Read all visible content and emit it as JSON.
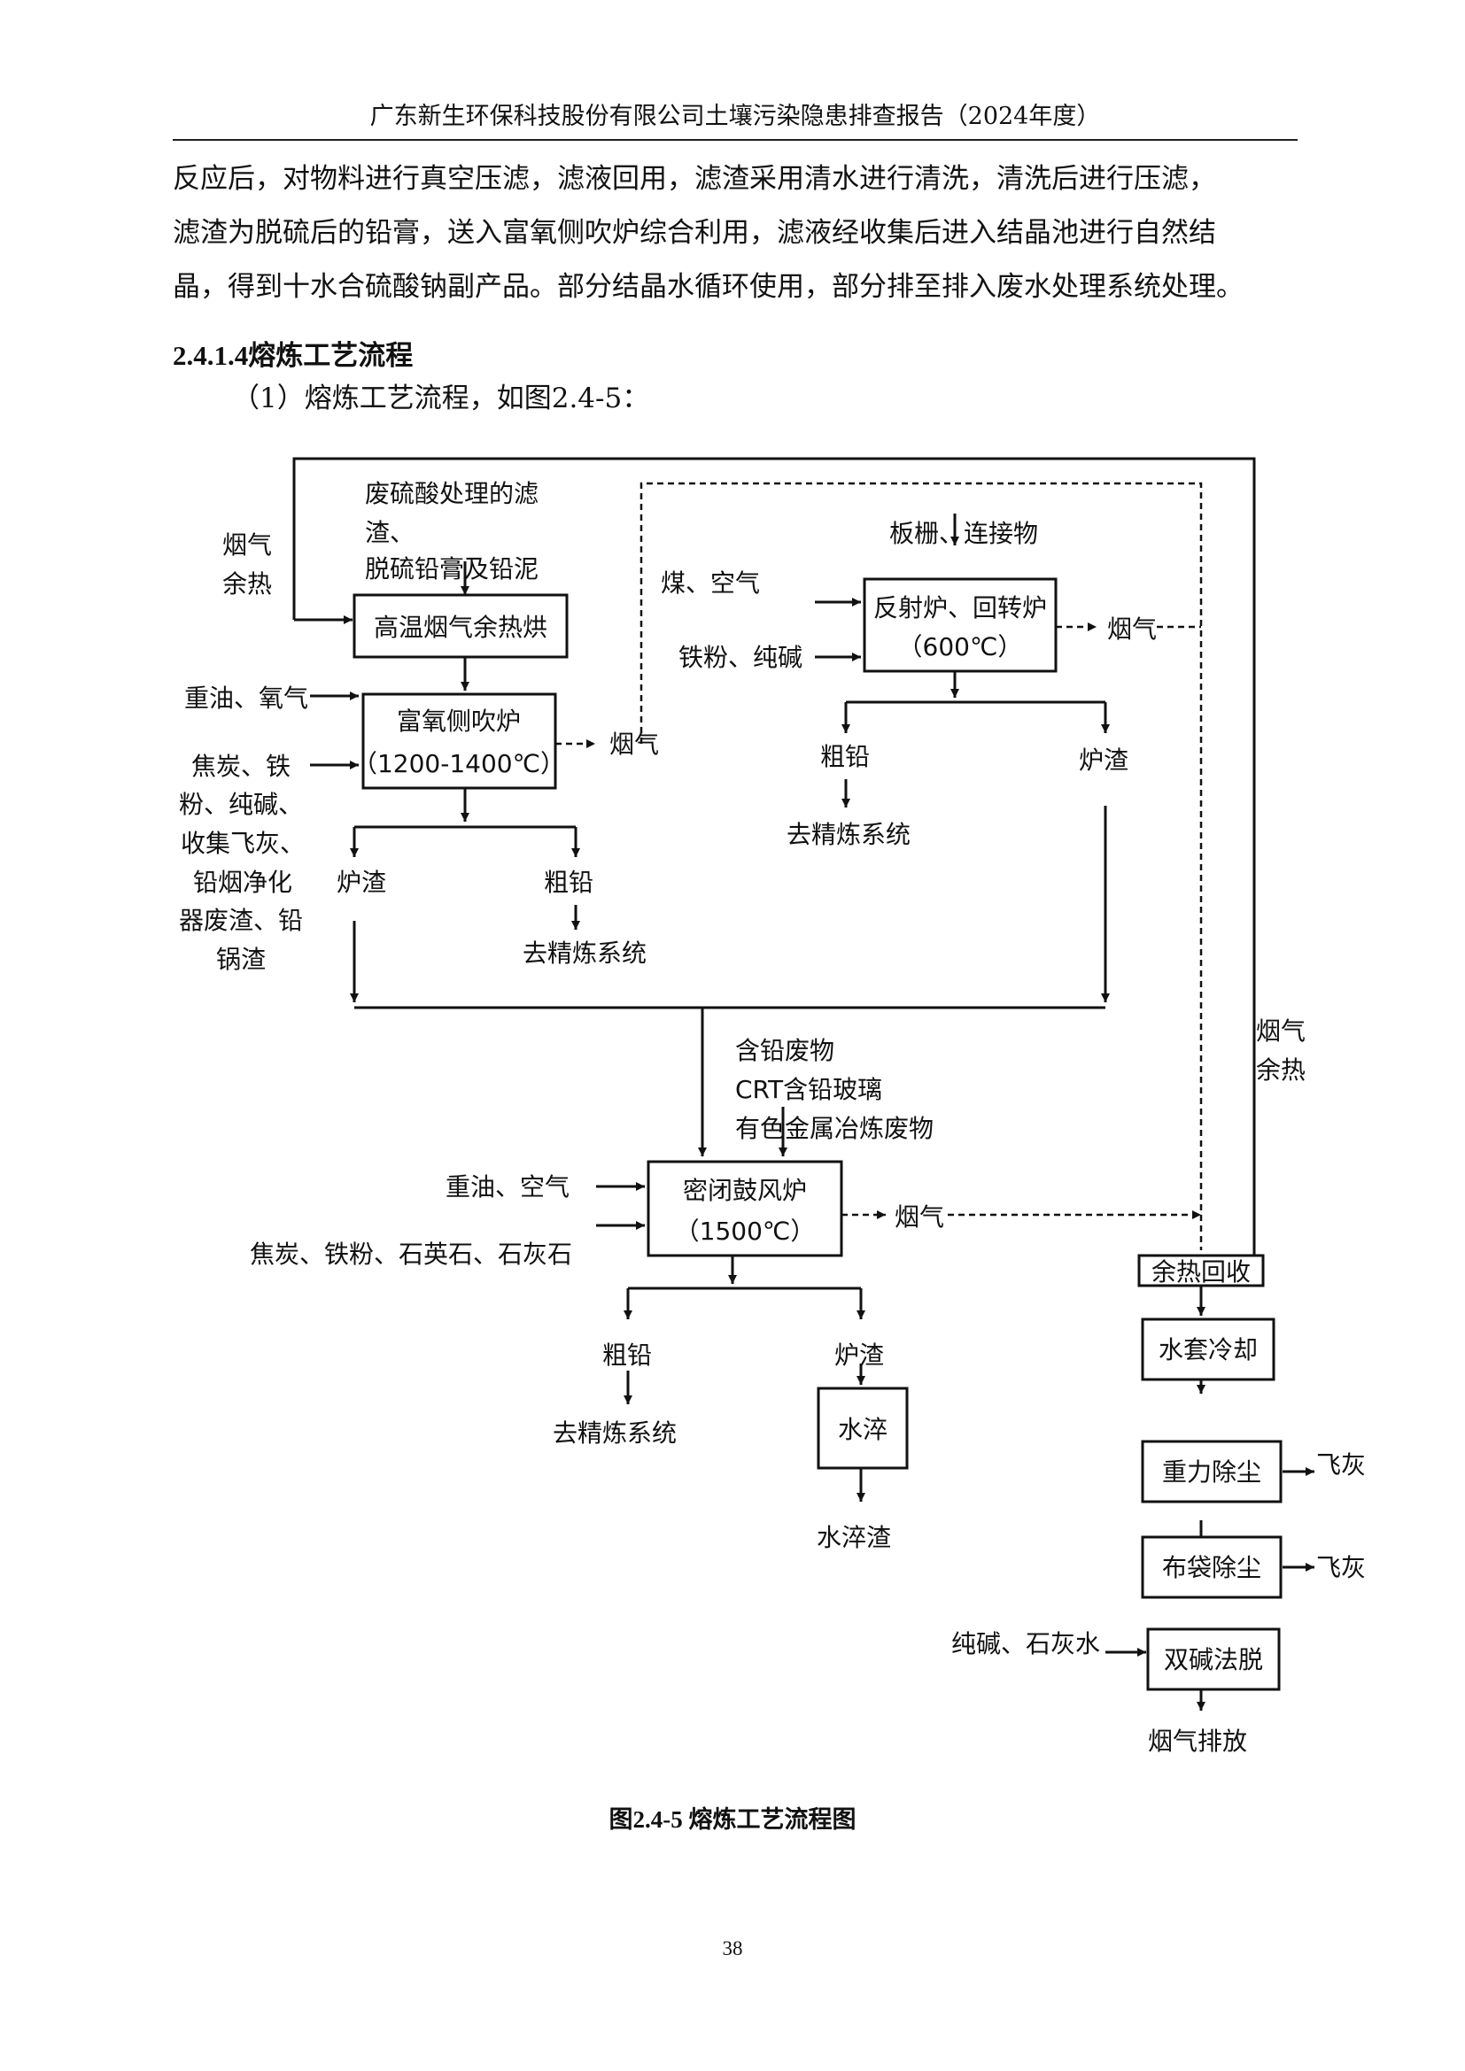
{
  "header": {
    "title": "广东新生环保科技股份有限公司土壤污染隐患排查报告（2024年度）"
  },
  "body": {
    "lines": [
      "反应后，对物料进行真空压滤，滤液回用，滤渣采用清水进行清洗，清洗后进行压滤，",
      "滤渣为脱硫后的铅膏，送入富氧侧吹炉综合利用，滤液经收集后进入结晶池进行自然结",
      "晶，得到十水合硫酸钠副产品。部分结晶水循环使用，部分排至排入废水处理系统处理。"
    ],
    "section_heading": "2.4.1.4熔炼工艺流程",
    "subsection": "（1）熔炼工艺流程，如图2.4-5："
  },
  "diagram": {
    "boxes": {
      "drying": "高温烟气余热烘",
      "side_furnace_1": "富氧侧吹炉",
      "side_furnace_2": "（1200-1400℃）",
      "reverb_1": "反射炉、回转炉",
      "reverb_2": "（600℃）",
      "blast_1": "密闭鼓风炉",
      "blast_2": "（1500℃）",
      "quench": "水淬",
      "heat_recovery": "余热回收",
      "water_cooling": "水套冷却",
      "gravity_dust": "重力除尘",
      "bag_dust": "布袋除尘",
      "dual_alkali": "双碱法脱"
    },
    "labels": {
      "waste_acid_1": "废硫酸处理的滤",
      "waste_acid_2": "渣、",
      "waste_acid_3": "脱硫铅膏及铅泥",
      "flue_heat_left_1": "烟气",
      "flue_heat_left_2": "余热",
      "oil_oxygen": "重油、氧气",
      "coke_1": "焦炭、铁",
      "coke_2": "粉、纯碱、",
      "coke_3": "收集飞灰、",
      "coke_4": "铅烟净化",
      "coke_5": "器废渣、铅",
      "coke_6": "锅渣",
      "flue_gas_side": "烟气",
      "slag_side": "炉渣",
      "crude_lead_side": "粗铅",
      "refine_side": "去精炼系统",
      "grid": "板栅、连接物",
      "coal_air": "煤、空气",
      "iron_soda": "铁粉、纯碱",
      "flue_gas_reverb": "烟气",
      "crude_lead_reverb": "粗铅",
      "slag_reverb": "炉渣",
      "refine_reverb": "去精炼系统",
      "flue_heat_right_1": "烟气",
      "flue_heat_right_2": "余热",
      "lead_waste_1": "含铅废物",
      "lead_waste_2": "CRT含铅玻璃",
      "lead_waste_3": "有色金属冶炼废物",
      "oil_air": "重油、空气",
      "coke_stone": "焦炭、铁粉、石英石、石灰石",
      "flue_gas_blast": "烟气",
      "crude_lead_blast": "粗铅",
      "slag_blast": "炉渣",
      "refine_blast": "去精炼系统",
      "quench_slag": "水淬渣",
      "fly_ash_1": "飞灰",
      "fly_ash_2": "飞灰",
      "soda_lime": "纯碱、石灰水",
      "emission": "烟气排放"
    }
  },
  "caption": "图2.4-5  熔炼工艺流程图",
  "page_number": "38"
}
